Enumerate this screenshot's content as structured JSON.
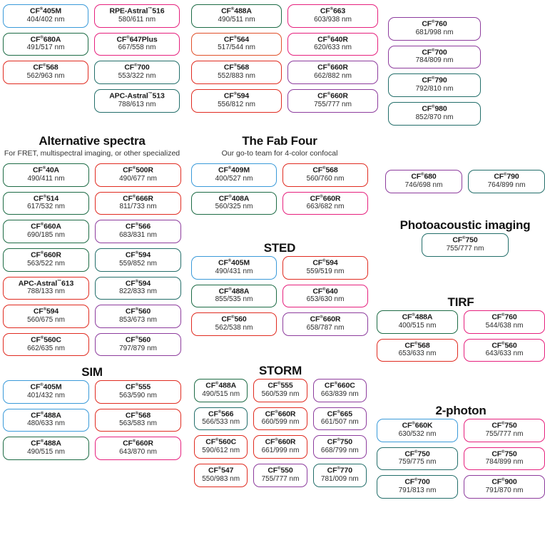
{
  "units": "nm",
  "colors": {
    "blue": "#3a9ad9",
    "green": "#1d6b45",
    "red": "#e02b20",
    "magenta": "#e6207d",
    "teal": "#236e6a",
    "purple": "#8d3c9d",
    "orange": "#e0502a"
  },
  "sections": {
    "top_left": {
      "title": "",
      "dyes": [
        {
          "name": "CF®405M",
          "wl": "404/402 nm",
          "color": "blue"
        },
        {
          "name": "RPE-Astral™516",
          "wl": "580/611 nm",
          "color": "magenta"
        },
        {
          "name": "CF®680A",
          "wl": "491/517 nm",
          "color": "green"
        },
        {
          "name": "CF®647Plus",
          "wl": "667/558 nm",
          "color": "magenta"
        },
        {
          "name": "CF®568",
          "wl": "562/963 nm",
          "color": "red"
        },
        {
          "name": "CF®700",
          "wl": "553/322 nm",
          "color": "teal"
        },
        {
          "name": "",
          "wl": "",
          "color": "none"
        },
        {
          "name": "APC-Astral™513",
          "wl": "788/613 nm",
          "color": "teal"
        }
      ]
    },
    "top_mid": {
      "dyes": [
        {
          "name": "CF®488A",
          "wl": "490/511 nm",
          "color": "green"
        },
        {
          "name": "CF®663",
          "wl": "603/938 nm",
          "color": "magenta"
        },
        {
          "name": "CF®564",
          "wl": "517/544 nm",
          "color": "orange"
        },
        {
          "name": "CF®640R",
          "wl": "620/633 nm",
          "color": "magenta"
        },
        {
          "name": "CF®568",
          "wl": "552/883 nm",
          "color": "red"
        },
        {
          "name": "CF®660R",
          "wl": "662/882 nm",
          "color": "purple"
        },
        {
          "name": "CF®594",
          "wl": "556/812 nm",
          "color": "red"
        },
        {
          "name": "CF®660R",
          "wl": "755/777 nm",
          "color": "purple"
        }
      ]
    },
    "top_right": {
      "dyes": [
        {
          "name": "CF®760",
          "wl": "681/998 nm",
          "color": "purple"
        },
        {
          "name": "CF®700",
          "wl": "784/809 nm",
          "color": "purple"
        },
        {
          "name": "CF®790",
          "wl": "792/810 nm",
          "color": "teal"
        },
        {
          "name": "CF®980",
          "wl": "852/870 nm",
          "color": "teal"
        }
      ]
    },
    "alternative_spectra": {
      "title": "Alternative spectra",
      "subtitle": "For FRET, multispectral imaging, or other specialized",
      "dyes": [
        {
          "name": "CF®40A",
          "wl": "490/411 nm",
          "color": "green"
        },
        {
          "name": "CF®500R",
          "wl": "490/677 nm",
          "color": "red"
        },
        {
          "name": "CF®514",
          "wl": "617/532 nm",
          "color": "green"
        },
        {
          "name": "CF®666R",
          "wl": "811/733 nm",
          "color": "red"
        },
        {
          "name": "CF®660A",
          "wl": "690/185 nm",
          "color": "green"
        },
        {
          "name": "CF®566",
          "wl": "683/831 nm",
          "color": "purple"
        },
        {
          "name": "CF®660R",
          "wl": "563/522 nm",
          "color": "green"
        },
        {
          "name": "CF®594",
          "wl": "559/852 nm",
          "color": "teal"
        },
        {
          "name": "APC-Astral™613",
          "wl": "788/133 nm",
          "color": "red"
        },
        {
          "name": "CF®594",
          "wl": "822/833 nm",
          "color": "teal"
        },
        {
          "name": "CF®594",
          "wl": "560/675 nm",
          "color": "red"
        },
        {
          "name": "CF®560",
          "wl": "853/673 nm",
          "color": "purple"
        },
        {
          "name": "CF®560C",
          "wl": "662/635 nm",
          "color": "red"
        },
        {
          "name": "CF®560",
          "wl": "797/879 nm",
          "color": "purple"
        }
      ]
    },
    "fab_four": {
      "title": "The Fab Four",
      "subtitle": "Our go-to team for 4-color confocal",
      "dyes": [
        {
          "name": "CF®409M",
          "wl": "400/527 nm",
          "color": "blue"
        },
        {
          "name": "CF®568",
          "wl": "560/760 nm",
          "color": "red"
        },
        {
          "name": "CF®408A",
          "wl": "560/325 nm",
          "color": "green"
        },
        {
          "name": "CF®660R",
          "wl": "663/682 nm",
          "color": "magenta"
        }
      ]
    },
    "sted": {
      "title": "STED",
      "subtitle": "",
      "dyes": [
        {
          "name": "CF®405M",
          "wl": "490/431 nm",
          "color": "blue"
        },
        {
          "name": "CF®594",
          "wl": "559/519 nm",
          "color": "red"
        },
        {
          "name": "CF®488A",
          "wl": "855/535 nm",
          "color": "green"
        },
        {
          "name": "CF®640",
          "wl": "653/630 nm",
          "color": "magenta"
        },
        {
          "name": "CF®560",
          "wl": "562/538 nm",
          "color": "red"
        },
        {
          "name": "CF®660R",
          "wl": "658/787 nm",
          "color": "purple"
        }
      ]
    },
    "sim": {
      "title": "SIM",
      "subtitle": "",
      "dyes": [
        {
          "name": "CF®405M",
          "wl": "401/432 nm",
          "color": "blue"
        },
        {
          "name": "CF®555",
          "wl": "563/590 nm",
          "color": "red"
        },
        {
          "name": "CF®488A",
          "wl": "480/633 nm",
          "color": "blue"
        },
        {
          "name": "CF®568",
          "wl": "563/583 nm",
          "color": "red"
        },
        {
          "name": "CF®488A",
          "wl": "490/515 nm",
          "color": "green"
        },
        {
          "name": "CF®660R",
          "wl": "643/870 nm",
          "color": "magenta"
        }
      ]
    },
    "storm": {
      "title": "STORM",
      "subtitle": "",
      "dyes": [
        {
          "name": "CF®488A",
          "wl": "490/515 nm",
          "color": "green"
        },
        {
          "name": "CF®555",
          "wl": "560/539 nm",
          "color": "red"
        },
        {
          "name": "CF®660C",
          "wl": "663/839 nm",
          "color": "purple"
        },
        {
          "name": "CF®566",
          "wl": "566/533 nm",
          "color": "teal"
        },
        {
          "name": "CF®660R",
          "wl": "660/599 nm",
          "color": "red"
        },
        {
          "name": "CF®665",
          "wl": "661/507 nm",
          "color": "purple"
        },
        {
          "name": "CF®560C",
          "wl": "590/612 nm",
          "color": "red"
        },
        {
          "name": "CF®660R",
          "wl": "661/999 nm",
          "color": "red"
        },
        {
          "name": "CF®750",
          "wl": "668/799 nm",
          "color": "purple"
        },
        {
          "name": "CF®547",
          "wl": "550/983 nm",
          "color": "red"
        },
        {
          "name": "CF®550",
          "wl": "755/777 nm",
          "color": "purple"
        },
        {
          "name": "CF®770",
          "wl": "781/009 nm",
          "color": "teal"
        }
      ]
    },
    "pa_pair": {
      "dyes": [
        {
          "name": "CF®680",
          "wl": "746/698 nm",
          "color": "purple"
        },
        {
          "name": "CF®790",
          "wl": "764/899 nm",
          "color": "teal"
        }
      ]
    },
    "photoacoustic": {
      "title": "Photoacoustic imaging",
      "subtitle": "",
      "dyes": [
        {
          "name": "CF®750",
          "wl": "755/777 nm",
          "color": "teal"
        }
      ]
    },
    "tirf": {
      "title": "TIRF",
      "subtitle": "",
      "dyes": [
        {
          "name": "CF®488A",
          "wl": "400/515 nm",
          "color": "green"
        },
        {
          "name": "CF®760",
          "wl": "544/638 nm",
          "color": "magenta"
        },
        {
          "name": "CF®568",
          "wl": "653/633 nm",
          "color": "red"
        },
        {
          "name": "CF®560",
          "wl": "643/633 nm",
          "color": "magenta"
        }
      ]
    },
    "two_photon": {
      "title": "2-photon",
      "subtitle": "",
      "dyes": [
        {
          "name": "CF®660K",
          "wl": "630/532 nm",
          "color": "blue"
        },
        {
          "name": "CF®750",
          "wl": "755/777 nm",
          "color": "magenta"
        },
        {
          "name": "CF®750",
          "wl": "759/775 nm",
          "color": "teal"
        },
        {
          "name": "CF®750",
          "wl": "784/899 nm",
          "color": "magenta"
        },
        {
          "name": "CF®700",
          "wl": "791/813 nm",
          "color": "teal"
        },
        {
          "name": "CF®900",
          "wl": "791/870 nm",
          "color": "purple"
        }
      ]
    }
  }
}
